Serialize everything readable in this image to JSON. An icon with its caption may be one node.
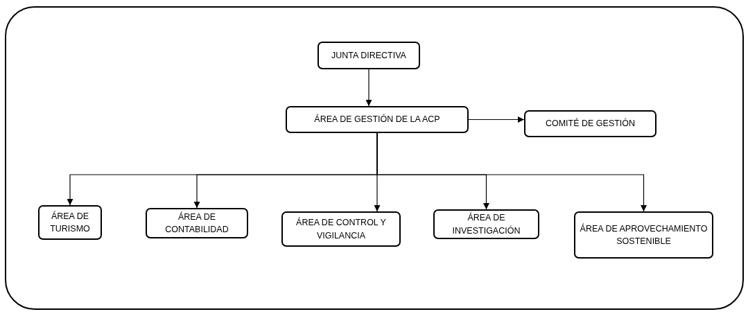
{
  "diagram": {
    "nodes": [
      {
        "text": [
          "JUNTA DIRECTIVA"
        ]
      },
      {
        "text": [
          "ÁREA DE GESTIÓN DE LA ACP"
        ]
      },
      {
        "text": [
          "COMITÉ DE GESTIÓN"
        ]
      },
      {
        "text": [
          "ÁREA DE TURISMO"
        ]
      },
      {
        "text": [
          "ÁREA DE CONTABILIDAD"
        ]
      },
      {
        "text": [
          "ÁREA DE CONTROL Y VIGILANCIA"
        ]
      },
      {
        "text": [
          "ÁREA DE INVESTIGACIÓN"
        ]
      },
      {
        "text": [
          "ÁREA DE APROVECHAMIENTO SOSTENIBLE"
        ]
      }
    ],
    "edges": [
      {
        "from": 0,
        "to": 1,
        "arrow": "to"
      },
      {
        "from": 1,
        "to": 2,
        "arrow": "to"
      },
      {
        "from": 1,
        "to": 3,
        "arrow": "to"
      },
      {
        "from": 1,
        "to": 4,
        "arrow": "to"
      },
      {
        "from": 1,
        "to": 5,
        "arrow": "to"
      },
      {
        "from": 1,
        "to": 6,
        "arrow": "to"
      },
      {
        "from": 1,
        "to": 7,
        "arrow": "to"
      }
    ]
  }
}
